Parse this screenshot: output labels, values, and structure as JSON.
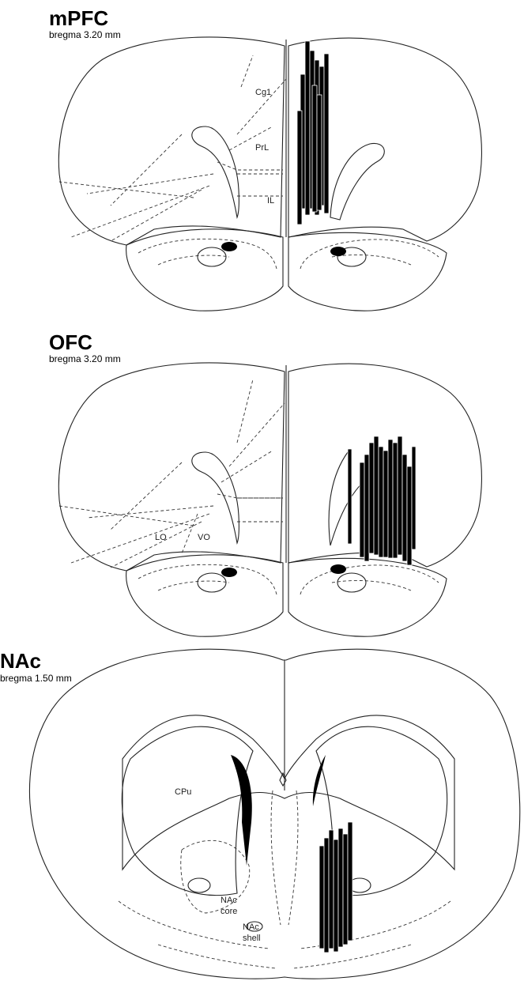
{
  "panels": [
    {
      "id": "mpfc",
      "title": "mPFC",
      "subtitle": "bregma 3.20 mm",
      "region_labels": [
        "Cg1",
        "PrL",
        "IL"
      ]
    },
    {
      "id": "ofc",
      "title": "OFC",
      "subtitle": "bregma 3.20 mm",
      "region_labels": [
        "LO",
        "VO"
      ]
    },
    {
      "id": "nac",
      "title": "NAc",
      "subtitle": "bregma 1.50 mm",
      "region_labels": [
        "CPu",
        "NAc",
        "core",
        "NAc",
        "shell"
      ]
    }
  ]
}
